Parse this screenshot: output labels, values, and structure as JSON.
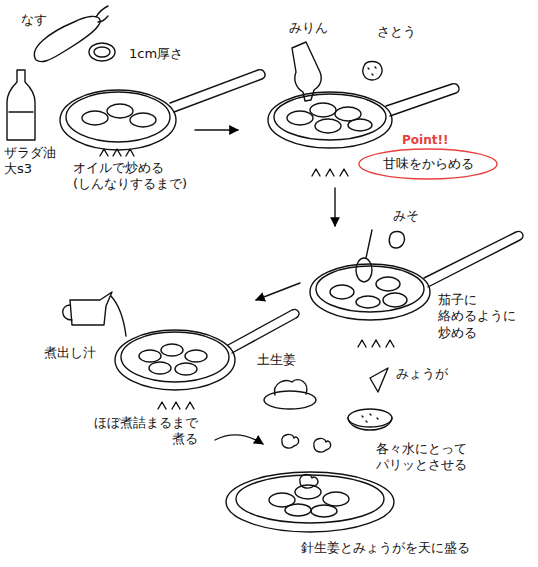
{
  "diagram": {
    "nodes": [
      {
        "text": [
          "Point!!",
          "甘味をからめる"
        ]
      }
    ],
    "labels": [
      "なす",
      "1cm厚さ",
      "ザラダ油 大s3",
      "オイルで炒める (しんなりするまで)",
      "みりん",
      "さとう",
      "みそ",
      "茄子に 絡めるように 炒める",
      "煮出し汁",
      "ほぼ煮詰まるまで 煮る",
      "土生姜",
      "みょうが",
      "各々水にとって パリッとさせる",
      "針生姜とみょうがを天に盛る"
    ]
  }
}
